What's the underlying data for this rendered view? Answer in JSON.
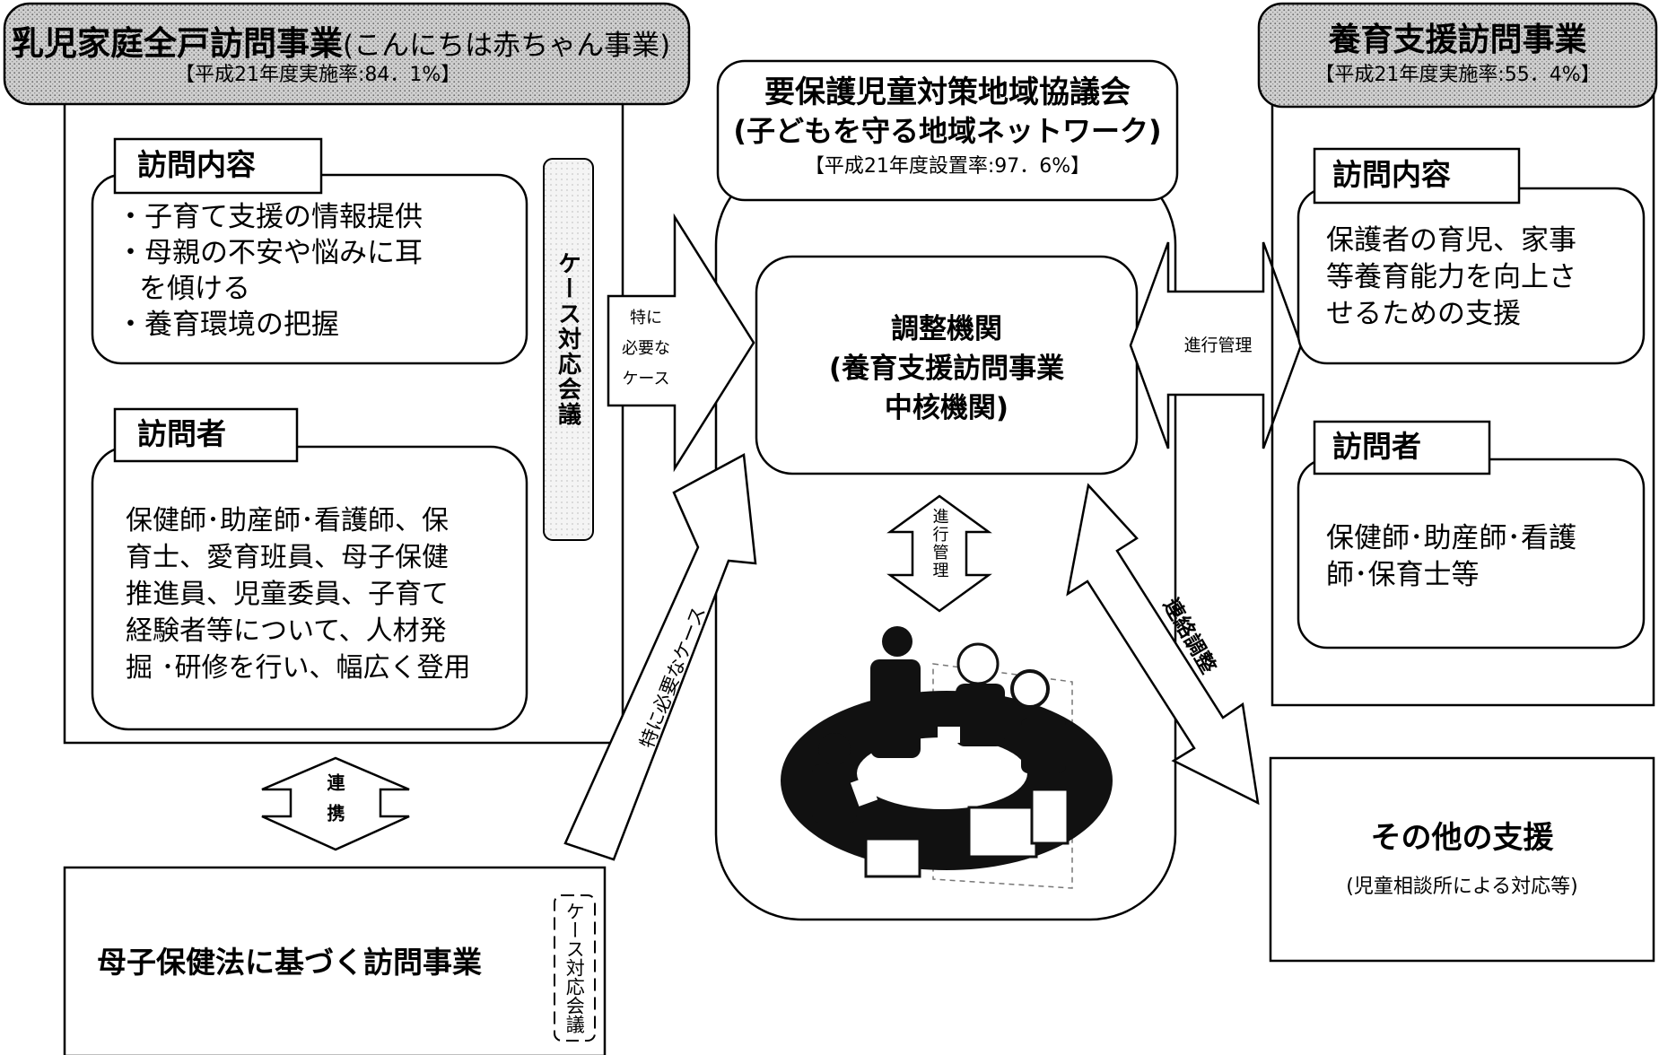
{
  "left_program": {
    "title": "乳児家庭全戸訪問事業",
    "title_sub": "(こんにちは赤ちゃん事業)",
    "rate": "【平成21年度実施率:84．1%】",
    "visit_content_label": "訪問内容",
    "visit_content_items": [
      "・子育て支援の情報提供",
      "・母親の不安や悩みに耳",
      "を傾ける",
      "・養育環境の把握"
    ],
    "visitor_label": "訪問者",
    "visitor_text": [
      "保健師･助産師･看護師、保",
      "育士、愛育班員、母子保健",
      "推進員、児童委員、子育て",
      "経験者等について、人材発",
      "掘 ･研修を行い、幅広く登用"
    ],
    "case_meeting": "ケース対応会議"
  },
  "center": {
    "title_line1": "要保護児童対策地域協議会",
    "title_line2": "(子どもを守る地域ネットワーク)",
    "rate": "【平成21年度設置率:97．6%】",
    "coord_line1": "調整機関",
    "coord_line2": "(養育支援訪問事業",
    "coord_line3": "中核機関)",
    "progress_vertical": "進行管理",
    "special_case_label": [
      "特に",
      "必要な",
      "ケース"
    ],
    "special_case_diagonal": "特に必要なケース"
  },
  "right_program": {
    "title": "養育支援訪問事業",
    "rate": "【平成21年度実施率:55．4%】",
    "visit_content_label": "訪問内容",
    "visit_content_text": [
      "保護者の育児、家事",
      "等養育能力を向上さ",
      "せるための支援"
    ],
    "visitor_label": "訪問者",
    "visitor_text": [
      "保健師･助産師･看護",
      "師･保育士等"
    ],
    "progress_label": "進行管理"
  },
  "liaison": {
    "label": "連絡調整"
  },
  "cooperation": {
    "label": "連携"
  },
  "maternal": {
    "title": "母子保健法に基づく訪問事業",
    "case_meeting": "ケース対応会議"
  },
  "other_support": {
    "title": "その他の支援",
    "sub": "(児童相談所による対応等)"
  }
}
